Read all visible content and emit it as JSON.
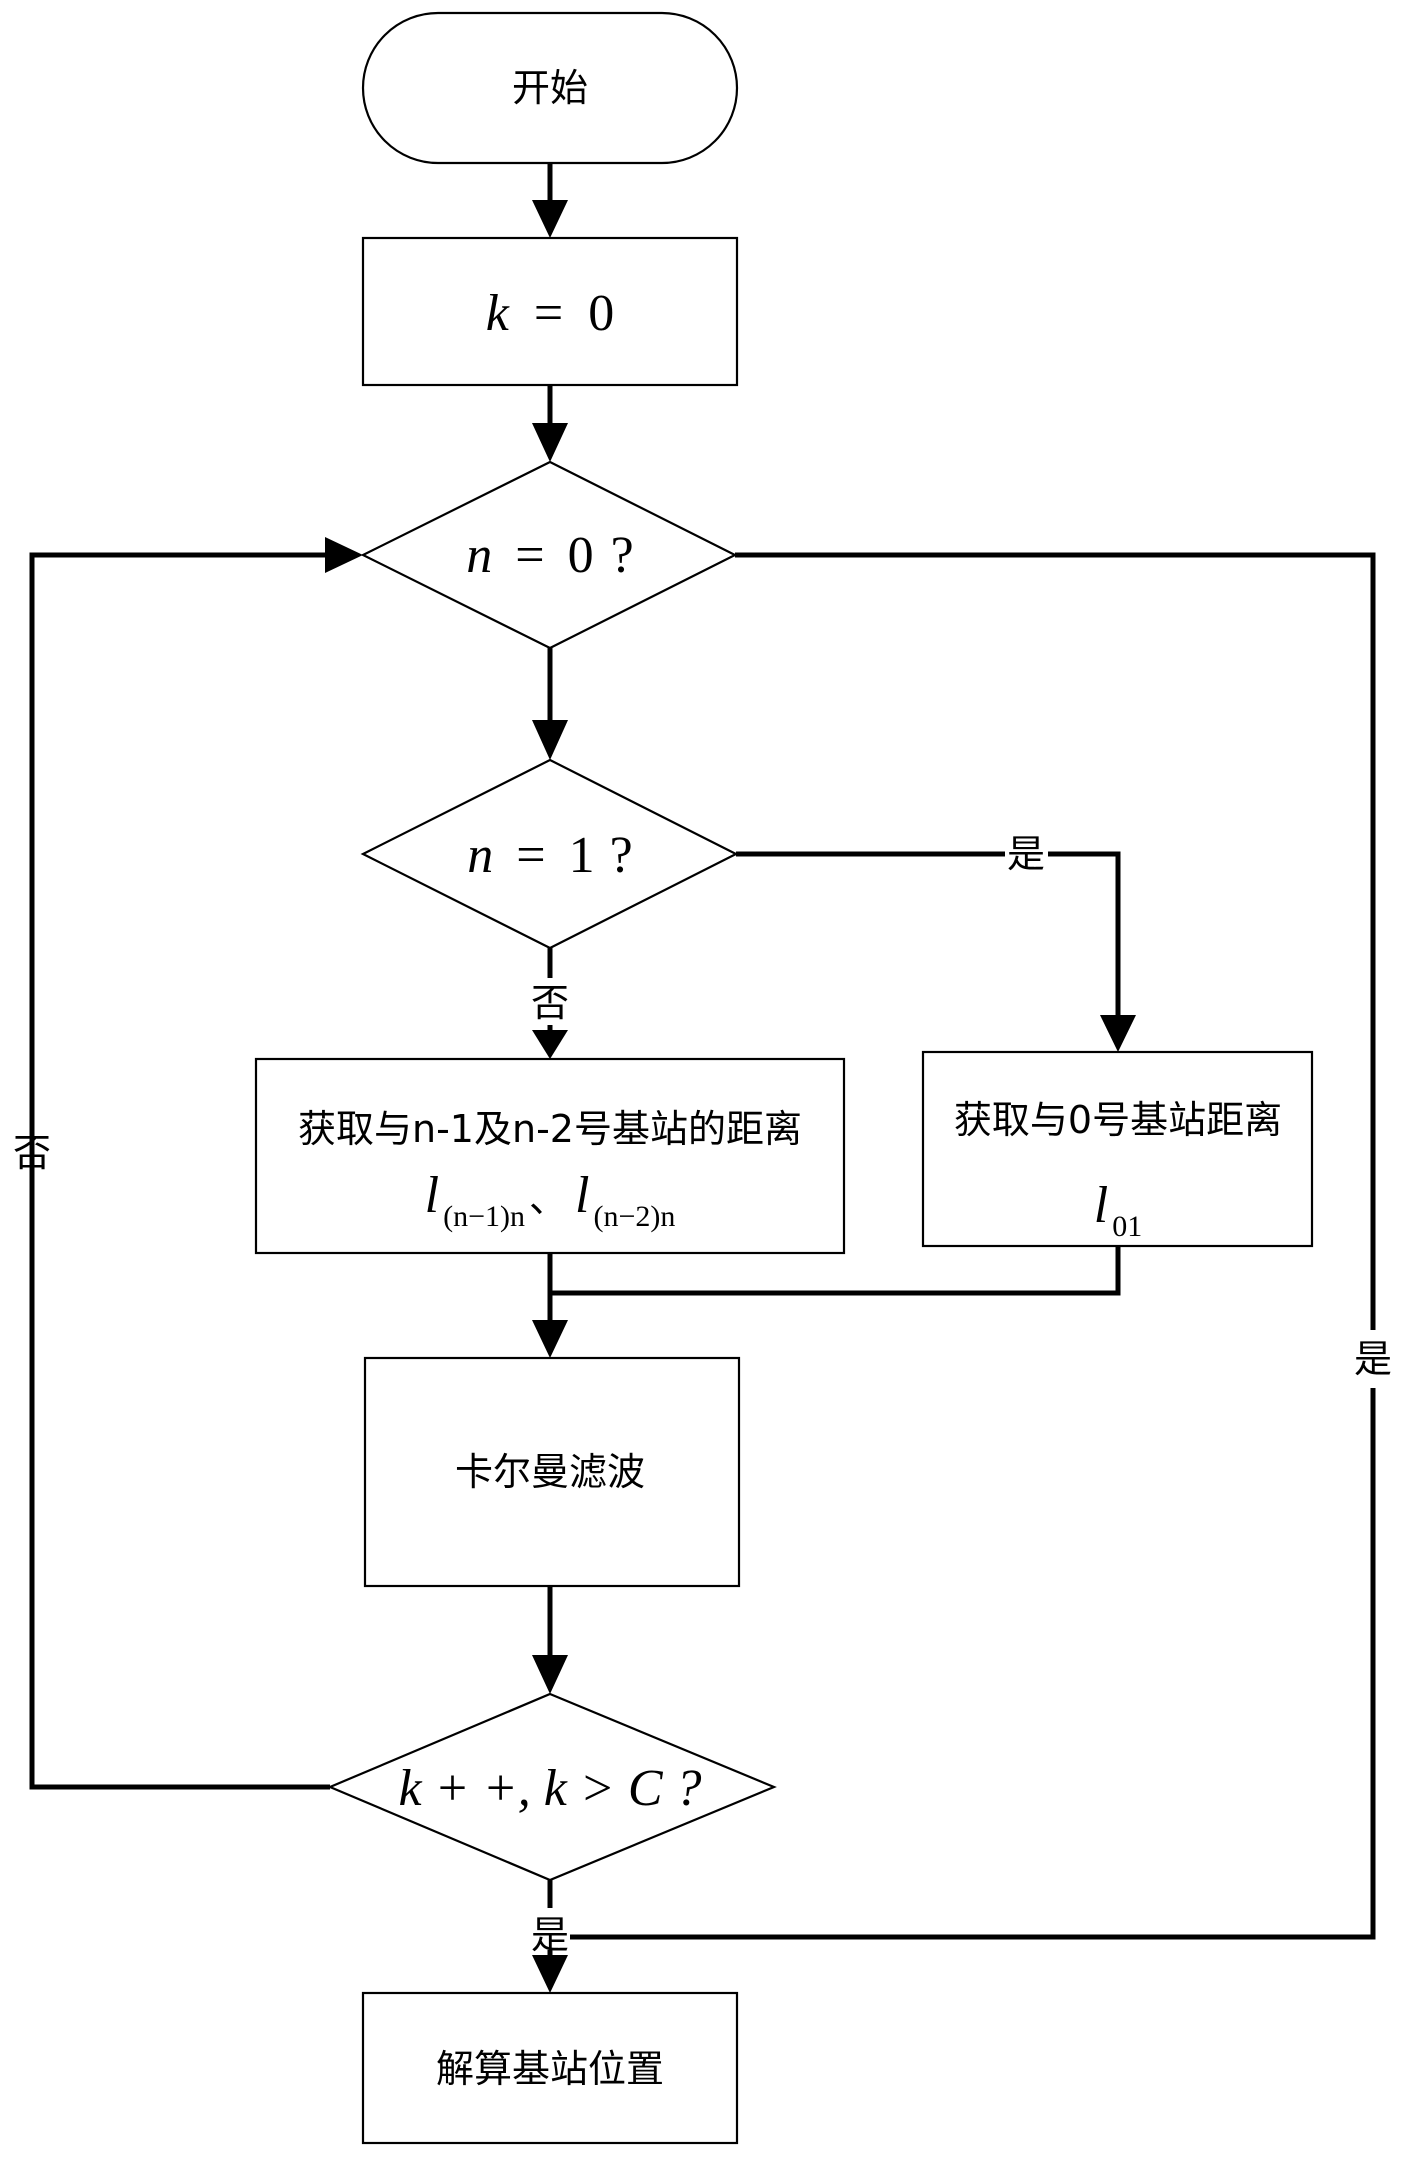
{
  "diagram": {
    "type": "flowchart",
    "nodes": {
      "start": {
        "text": "开始"
      },
      "init": {
        "var": "k",
        "op": "=",
        "value": "0"
      },
      "cond_n0": {
        "var": "n",
        "op": "=",
        "value": "0",
        "q": "?"
      },
      "cond_n1": {
        "var": "n",
        "op": "=",
        "value": "1",
        "q": "?"
      },
      "get_two": {
        "text": "获取与n-1及n-2号基站的距离",
        "sym1": "l",
        "sub1": "(n−1)n",
        "sep": "、",
        "sym2": "l",
        "sub2": "(n−2)n"
      },
      "get_zero": {
        "text": "获取与0号基站距离",
        "sym": "l",
        "sub": "01"
      },
      "kalman": {
        "text": "卡尔曼滤波"
      },
      "cond_k": {
        "text": "k + +, k > C ?"
      },
      "solve": {
        "text": "解算基站位置"
      }
    },
    "edge_labels": {
      "n1_yes": "是",
      "n1_no": "否",
      "loop_no": "否",
      "n0_yes": "是",
      "k_yes": "是"
    }
  }
}
